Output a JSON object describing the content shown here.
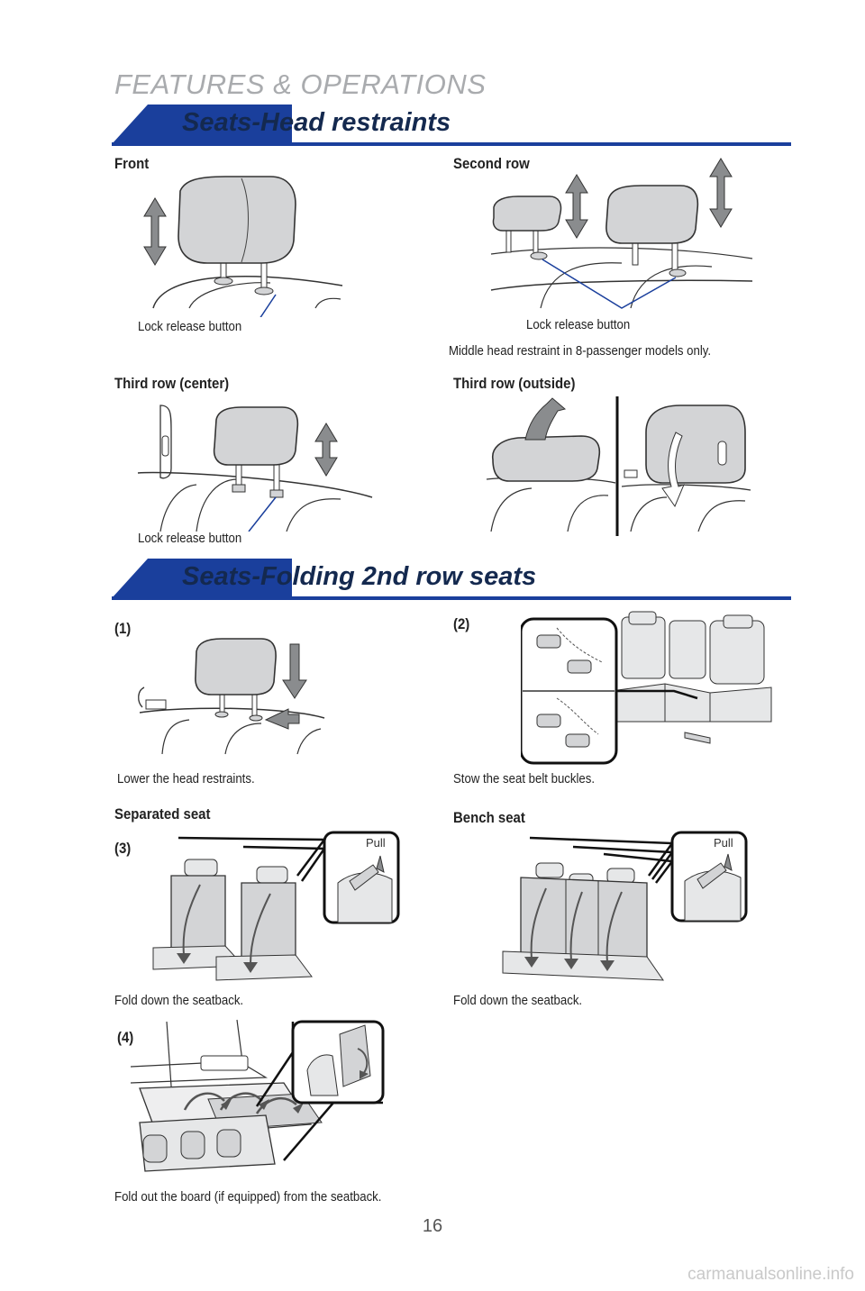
{
  "header": {
    "title": "FEATURES & OPERATIONS"
  },
  "sections": {
    "head_restraints": {
      "title": "Seats-Head restraints"
    },
    "folding_seats": {
      "title": "Seats-Folding 2nd row seats"
    }
  },
  "head_restraints": {
    "front": {
      "label": "Front",
      "caption": "Lock release button"
    },
    "second_row": {
      "label": "Second row",
      "caption": "Lock release button",
      "note": "Middle head restraint in 8-passenger models only."
    },
    "third_center": {
      "label": "Third row (center)",
      "caption": "Lock release button"
    },
    "third_outside": {
      "label": "Third row (outside)"
    }
  },
  "folding": {
    "step1": {
      "label": "(1)",
      "caption": "Lower the head restraints."
    },
    "step2": {
      "label": "(2)",
      "caption": "Stow the seat belt buckles."
    },
    "separated": {
      "label": "Separated seat",
      "step": "(3)",
      "pull": "Pull",
      "caption": "Fold down the seatback."
    },
    "bench": {
      "label": "Bench seat",
      "pull": "Pull",
      "caption": "Fold down the seatback."
    },
    "step4": {
      "label": "(4)",
      "caption": "Fold out the board (if equipped) from the seatback."
    }
  },
  "footer": {
    "page_number": "16",
    "watermark": "carmanualsonline.info"
  },
  "colors": {
    "band_blue": "#1a3f9c",
    "title_navy": "#14294f",
    "header_gray": "#a9abae",
    "restraint_fill": "#d3d4d6",
    "arrow_fill": "#8a8c8e"
  }
}
